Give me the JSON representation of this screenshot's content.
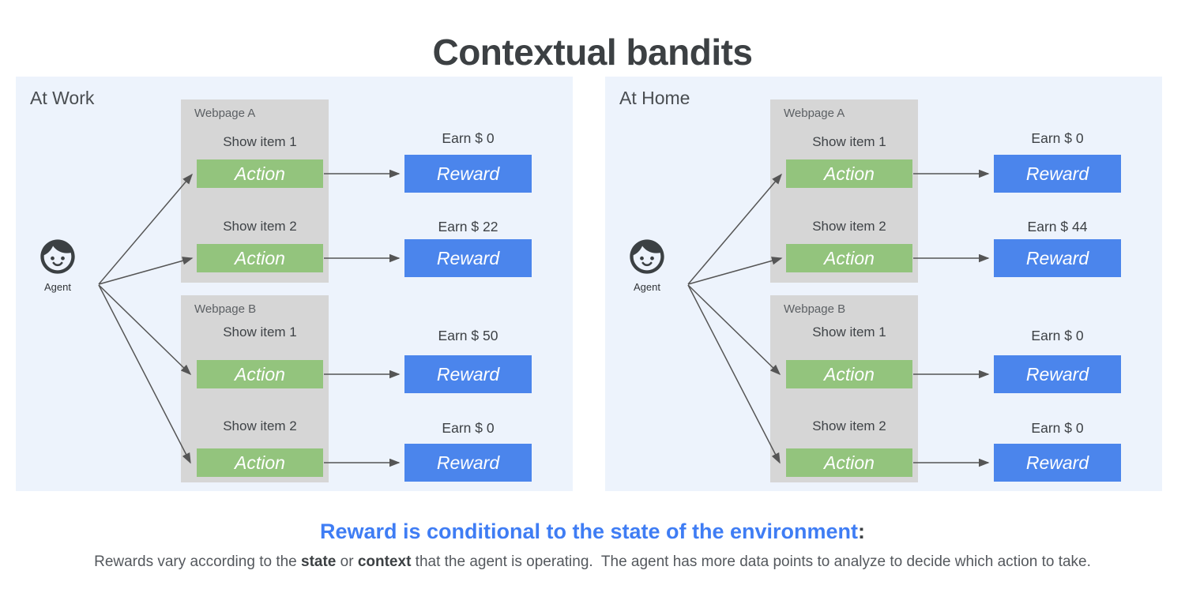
{
  "title": "Contextual bandits",
  "labels": {
    "agent": "Agent",
    "action": "Action",
    "reward": "Reward"
  },
  "panels": [
    {
      "title": "At Work",
      "webpages": [
        {
          "label": "Webpage A"
        },
        {
          "label": "Webpage B"
        }
      ],
      "rows": [
        {
          "show": "Show item 1",
          "earn": "Earn $ 0"
        },
        {
          "show": "Show item 2",
          "earn": "Earn $ 22"
        },
        {
          "show": "Show item 1",
          "earn": "Earn $ 50"
        },
        {
          "show": "Show item 2",
          "earn": "Earn $ 0"
        }
      ]
    },
    {
      "title": "At Home",
      "webpages": [
        {
          "label": "Webpage A"
        },
        {
          "label": "Webpage B"
        }
      ],
      "rows": [
        {
          "show": "Show item 1",
          "earn": "Earn $ 0"
        },
        {
          "show": "Show item 2",
          "earn": "Earn $ 44"
        },
        {
          "show": "Show item 1",
          "earn": "Earn $ 0"
        },
        {
          "show": "Show item 2",
          "earn": "Earn $ 0"
        }
      ]
    }
  ],
  "footer": {
    "heading_segments": [
      {
        "text": "Reward is conditional to the state of the environment",
        "style": "blue-bold"
      },
      {
        "text": ":",
        "style": "dark-bold"
      }
    ],
    "body_segments": [
      {
        "text": "Rewards vary according to the ",
        "style": "normal"
      },
      {
        "text": "state",
        "style": "bold"
      },
      {
        "text": " or ",
        "style": "normal"
      },
      {
        "text": "context",
        "style": "bold"
      },
      {
        "text": " that the agent is operating.  The agent has more data points to analyze to decide which action to take.",
        "style": "normal"
      }
    ]
  },
  "colors": {
    "panel_background": "#edf3fc",
    "webpage_box_gray": "#d6d6d6",
    "action_green": "#93c47d",
    "reward_blue": "#4b85ec",
    "heading_blue": "#3f7df4",
    "text_dark": "#3c4043",
    "arrow_gray": "#555555"
  }
}
